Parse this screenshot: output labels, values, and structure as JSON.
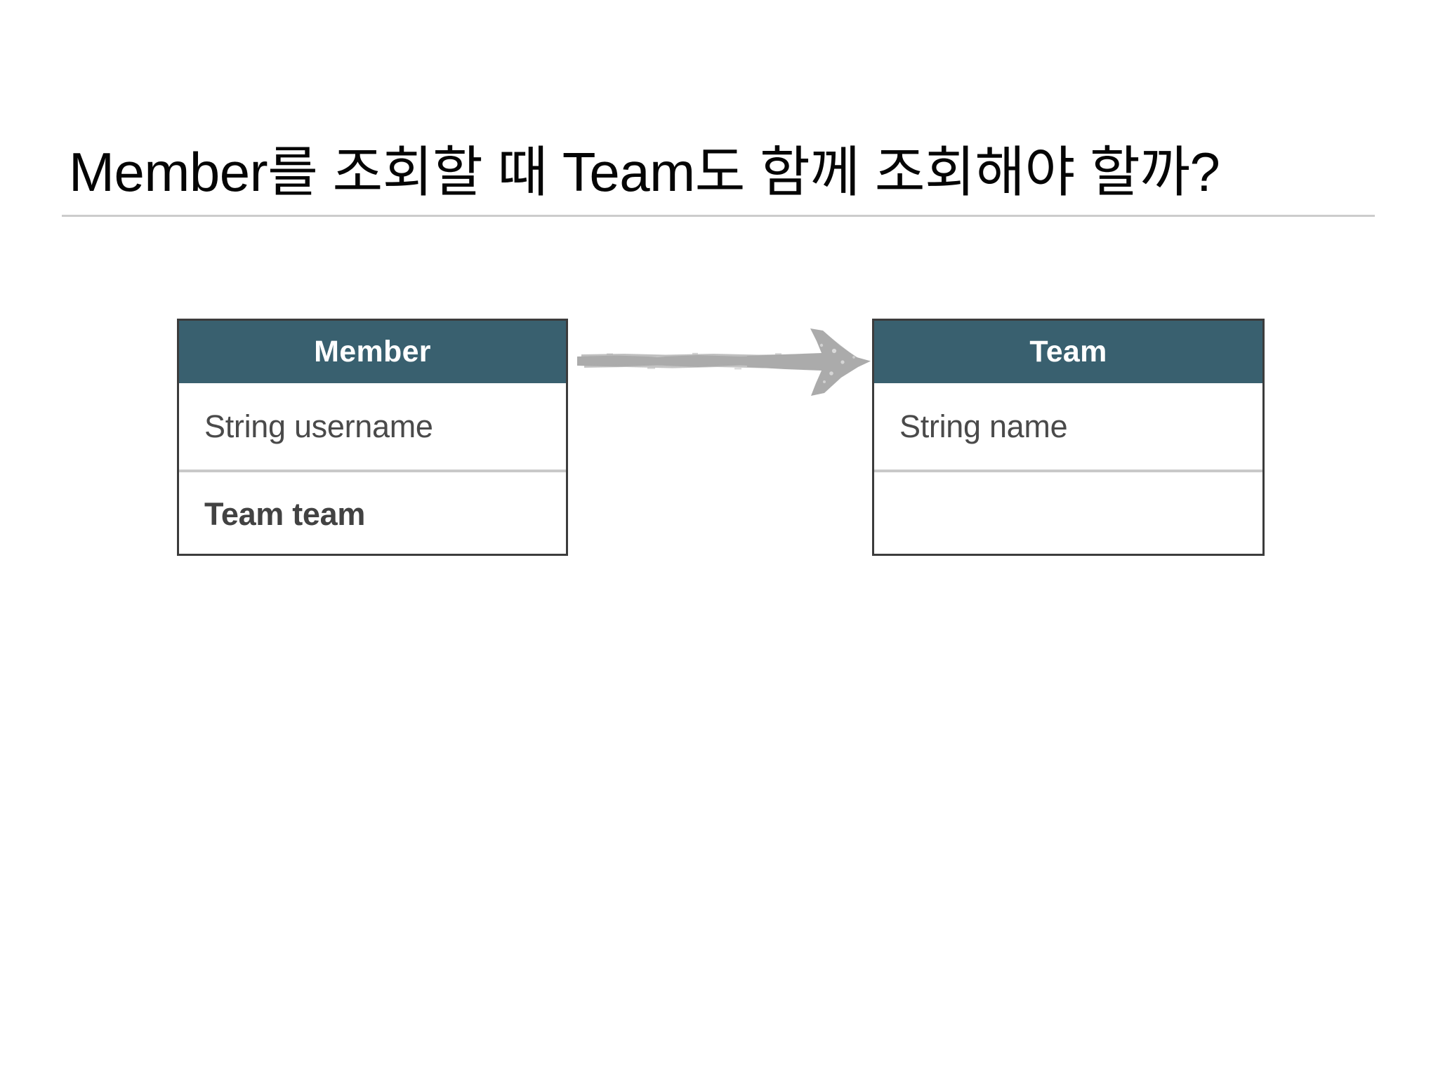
{
  "slide": {
    "title": "Member를 조회할 때 Team도 함께 조회해야 할까?",
    "background_color": "#ffffff",
    "title_color": "#050505",
    "rule_color": "#cccccc"
  },
  "diagram": {
    "type": "class-relationship",
    "accent_color": "#39606f",
    "border_color": "#3c3c3c",
    "divider_color": "#c9c9c9",
    "arrow_color": "#ababab",
    "relation": {
      "from": "Member",
      "to": "Team",
      "direction": "right",
      "style": "rough-arrow"
    },
    "entities": [
      {
        "name": "Member",
        "header": "Member",
        "fields": [
          {
            "text": "String username",
            "bold": false,
            "empty": false
          },
          {
            "text": "Team team",
            "bold": true,
            "empty": false
          }
        ]
      },
      {
        "name": "Team",
        "header": "Team",
        "fields": [
          {
            "text": "String name",
            "bold": false,
            "empty": false
          },
          {
            "text": "",
            "bold": false,
            "empty": true
          }
        ]
      }
    ]
  }
}
